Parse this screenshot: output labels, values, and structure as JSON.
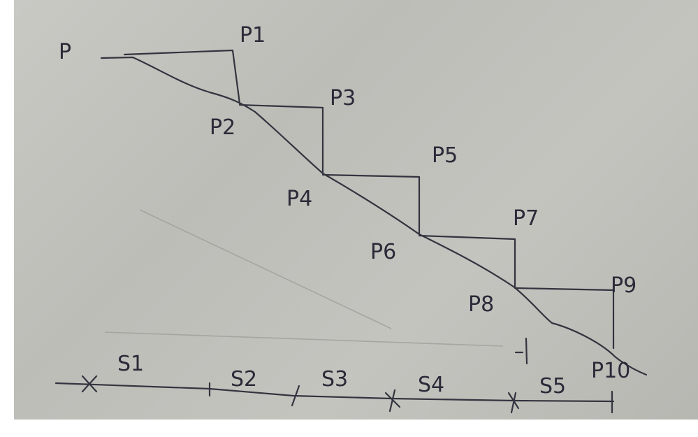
{
  "diagram": {
    "points": {
      "p": "P",
      "p1": "P1",
      "p2": "P2",
      "p3": "P3",
      "p4": "P4",
      "p5": "P5",
      "p6": "P6",
      "p7": "P7",
      "p8": "P8",
      "p9": "P9",
      "p10": "P10"
    },
    "segments": [
      "S1",
      "S2",
      "S3",
      "S4",
      "S5"
    ]
  },
  "colors": {
    "paper": "#c4c4bf",
    "ink": "#33343f",
    "label": "#2a2a38"
  }
}
